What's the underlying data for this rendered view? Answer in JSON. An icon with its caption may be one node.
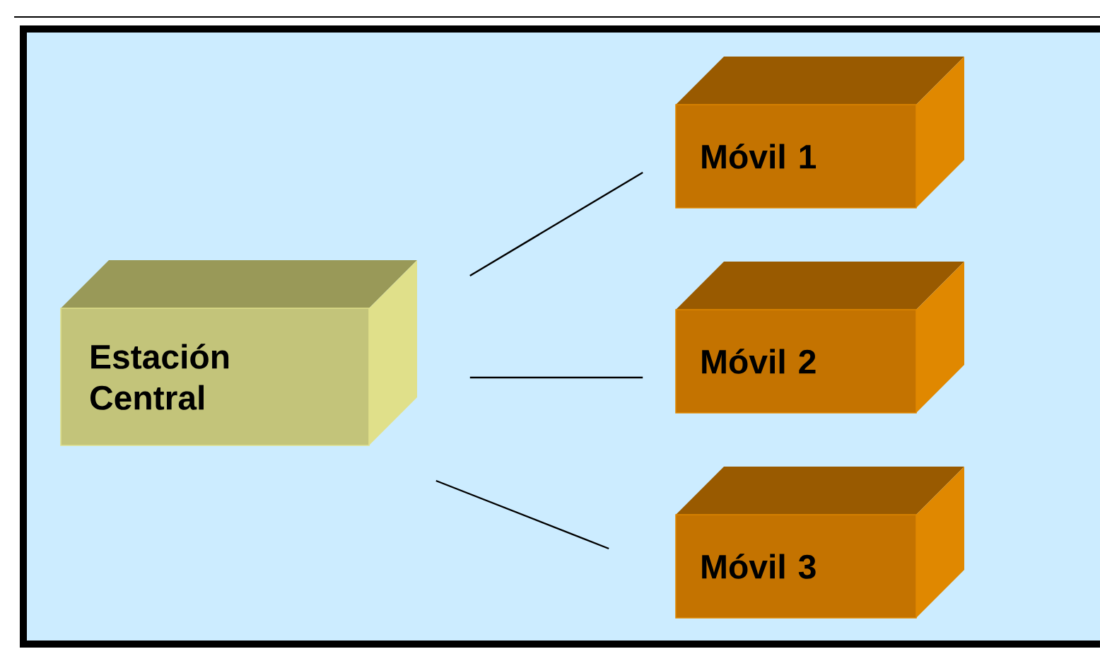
{
  "diagram": {
    "nodes": [
      {
        "text": [
          "Estación Central"
        ]
      },
      {
        "text": [
          "Móvil 1"
        ]
      },
      {
        "text": [
          "Móvil 2"
        ]
      },
      {
        "text": [
          "Móvil 3"
        ]
      }
    ],
    "edges": [
      {
        "from": 0,
        "to": 1,
        "arrow": "none"
      },
      {
        "from": 0,
        "to": 2,
        "arrow": "none"
      },
      {
        "from": 0,
        "to": 3,
        "arrow": "none"
      }
    ]
  }
}
